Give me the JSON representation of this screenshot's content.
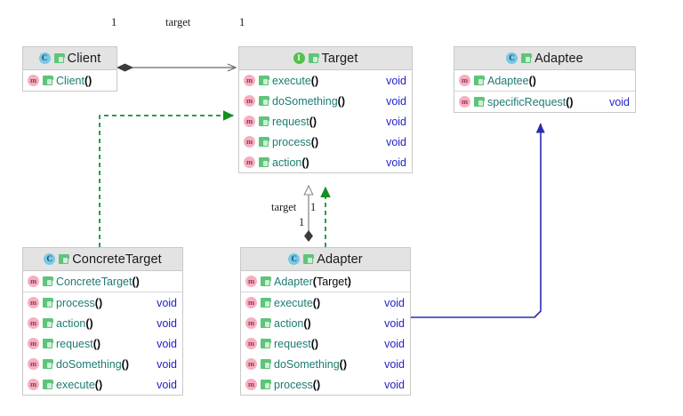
{
  "diagram": {
    "title": "Adapter pattern UML class diagram",
    "colors": {
      "header_bg": "#e3e3e3",
      "border": "#c9c9c9",
      "method_name": "#1d7b74",
      "return_type": "#2222cc",
      "class_icon": "#78c8e6",
      "interface_icon": "#51c24a",
      "method_icon": "#f6afc0",
      "public_icon": "#5ec47a",
      "realization_edge": "#2d9c4a",
      "association_edge": "#6b6b6b",
      "dependency_edge": "#2b2bb0"
    }
  },
  "classes": {
    "client": {
      "name": "Client",
      "stereotype_icon": "class-icon",
      "visibility_icon": "public-icon",
      "sections": [
        {
          "rows": [
            {
              "icon": "method-icon",
              "visibility": "public-icon",
              "name": "Client",
              "args": "",
              "type": ""
            }
          ]
        }
      ]
    },
    "target": {
      "name": "Target",
      "stereotype_icon": "interface-icon",
      "visibility_icon": "public-icon",
      "sections": [
        {
          "rows": [
            {
              "icon": "method-icon",
              "visibility": "public-icon",
              "name": "execute",
              "args": "",
              "type": "void"
            },
            {
              "icon": "method-icon",
              "visibility": "public-icon",
              "name": "doSomething",
              "args": "",
              "type": "void"
            },
            {
              "icon": "method-icon",
              "visibility": "public-icon",
              "name": "request",
              "args": "",
              "type": "void"
            },
            {
              "icon": "method-icon",
              "visibility": "public-icon",
              "name": "process",
              "args": "",
              "type": "void"
            },
            {
              "icon": "method-icon",
              "visibility": "public-icon",
              "name": "action",
              "args": "",
              "type": "void"
            }
          ]
        }
      ]
    },
    "adaptee": {
      "name": "Adaptee",
      "stereotype_icon": "class-icon",
      "visibility_icon": "public-icon",
      "sections": [
        {
          "rows": [
            {
              "icon": "method-icon",
              "visibility": "public-icon",
              "name": "Adaptee",
              "args": "",
              "type": ""
            }
          ]
        },
        {
          "rows": [
            {
              "icon": "method-icon",
              "visibility": "public-icon",
              "name": "specificRequest",
              "args": "",
              "type": "void"
            }
          ]
        }
      ]
    },
    "concrete_target": {
      "name": "ConcreteTarget",
      "stereotype_icon": "class-icon",
      "visibility_icon": "public-icon",
      "sections": [
        {
          "rows": [
            {
              "icon": "method-icon",
              "visibility": "public-icon",
              "name": "ConcreteTarget",
              "args": "",
              "type": ""
            }
          ]
        },
        {
          "rows": [
            {
              "icon": "method-icon",
              "visibility": "public-icon",
              "name": "process",
              "args": "",
              "type": "void"
            },
            {
              "icon": "method-icon",
              "visibility": "public-icon",
              "name": "action",
              "args": "",
              "type": "void"
            },
            {
              "icon": "method-icon",
              "visibility": "public-icon",
              "name": "request",
              "args": "",
              "type": "void"
            },
            {
              "icon": "method-icon",
              "visibility": "public-icon",
              "name": "doSomething",
              "args": "",
              "type": "void"
            },
            {
              "icon": "method-icon",
              "visibility": "public-icon",
              "name": "execute",
              "args": "",
              "type": "void"
            }
          ]
        }
      ]
    },
    "adapter": {
      "name": "Adapter",
      "stereotype_icon": "class-icon",
      "visibility_icon": "public-icon",
      "sections": [
        {
          "rows": [
            {
              "icon": "method-icon",
              "visibility": "public-icon",
              "name": "Adapter",
              "args": "Target",
              "type": ""
            }
          ]
        },
        {
          "rows": [
            {
              "icon": "method-icon",
              "visibility": "public-icon",
              "name": "execute",
              "args": "",
              "type": "void"
            },
            {
              "icon": "method-icon",
              "visibility": "public-icon",
              "name": "action",
              "args": "",
              "type": "void"
            },
            {
              "icon": "method-icon",
              "visibility": "public-icon",
              "name": "request",
              "args": "",
              "type": "void"
            },
            {
              "icon": "method-icon",
              "visibility": "public-icon",
              "name": "doSomething",
              "args": "",
              "type": "void"
            },
            {
              "icon": "method-icon",
              "visibility": "public-icon",
              "name": "process",
              "args": "",
              "type": "void"
            }
          ]
        }
      ]
    }
  },
  "edge_labels": {
    "client_target_source_mult": "1",
    "client_target_role": "target",
    "client_target_dest_mult": "1",
    "adapter_target_role": "target",
    "adapter_target_dest_mult": "1",
    "adapter_target_source_mult": "1"
  },
  "icon_glyphs": {
    "class-icon": "C",
    "interface-icon": "I",
    "method-icon": "m"
  }
}
